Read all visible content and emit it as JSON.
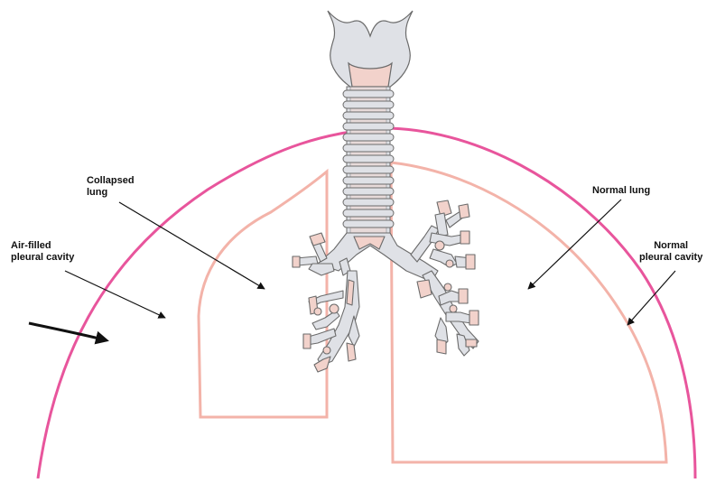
{
  "labels": {
    "collapsed_lung": [
      "Collapsed",
      "lung"
    ],
    "air_filled_cavity": [
      "Air-filled",
      "pleural cavity"
    ],
    "normal_lung": [
      "Normal lung"
    ],
    "normal_cavity": [
      "Normal",
      "pleural cavity"
    ]
  },
  "colors": {
    "chest_wall": "#e8559c",
    "lung_outline": "#f3b3a9",
    "airway_fill": "#dfe1e6",
    "airway_tint": "#f2d2cb",
    "airway_stroke": "#6b6b6b",
    "arrow": "#111111"
  }
}
